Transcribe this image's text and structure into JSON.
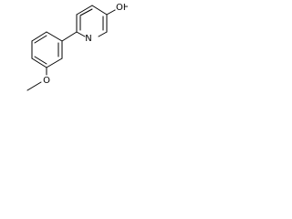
{
  "molecule": {
    "atom_labels": {
      "ring_nitrogen": "N",
      "hydroxyl": "OH",
      "methoxy_oxygen": "O"
    },
    "colors": {
      "bond": "#000000",
      "label": "#000000",
      "background": "#ffffff"
    }
  }
}
